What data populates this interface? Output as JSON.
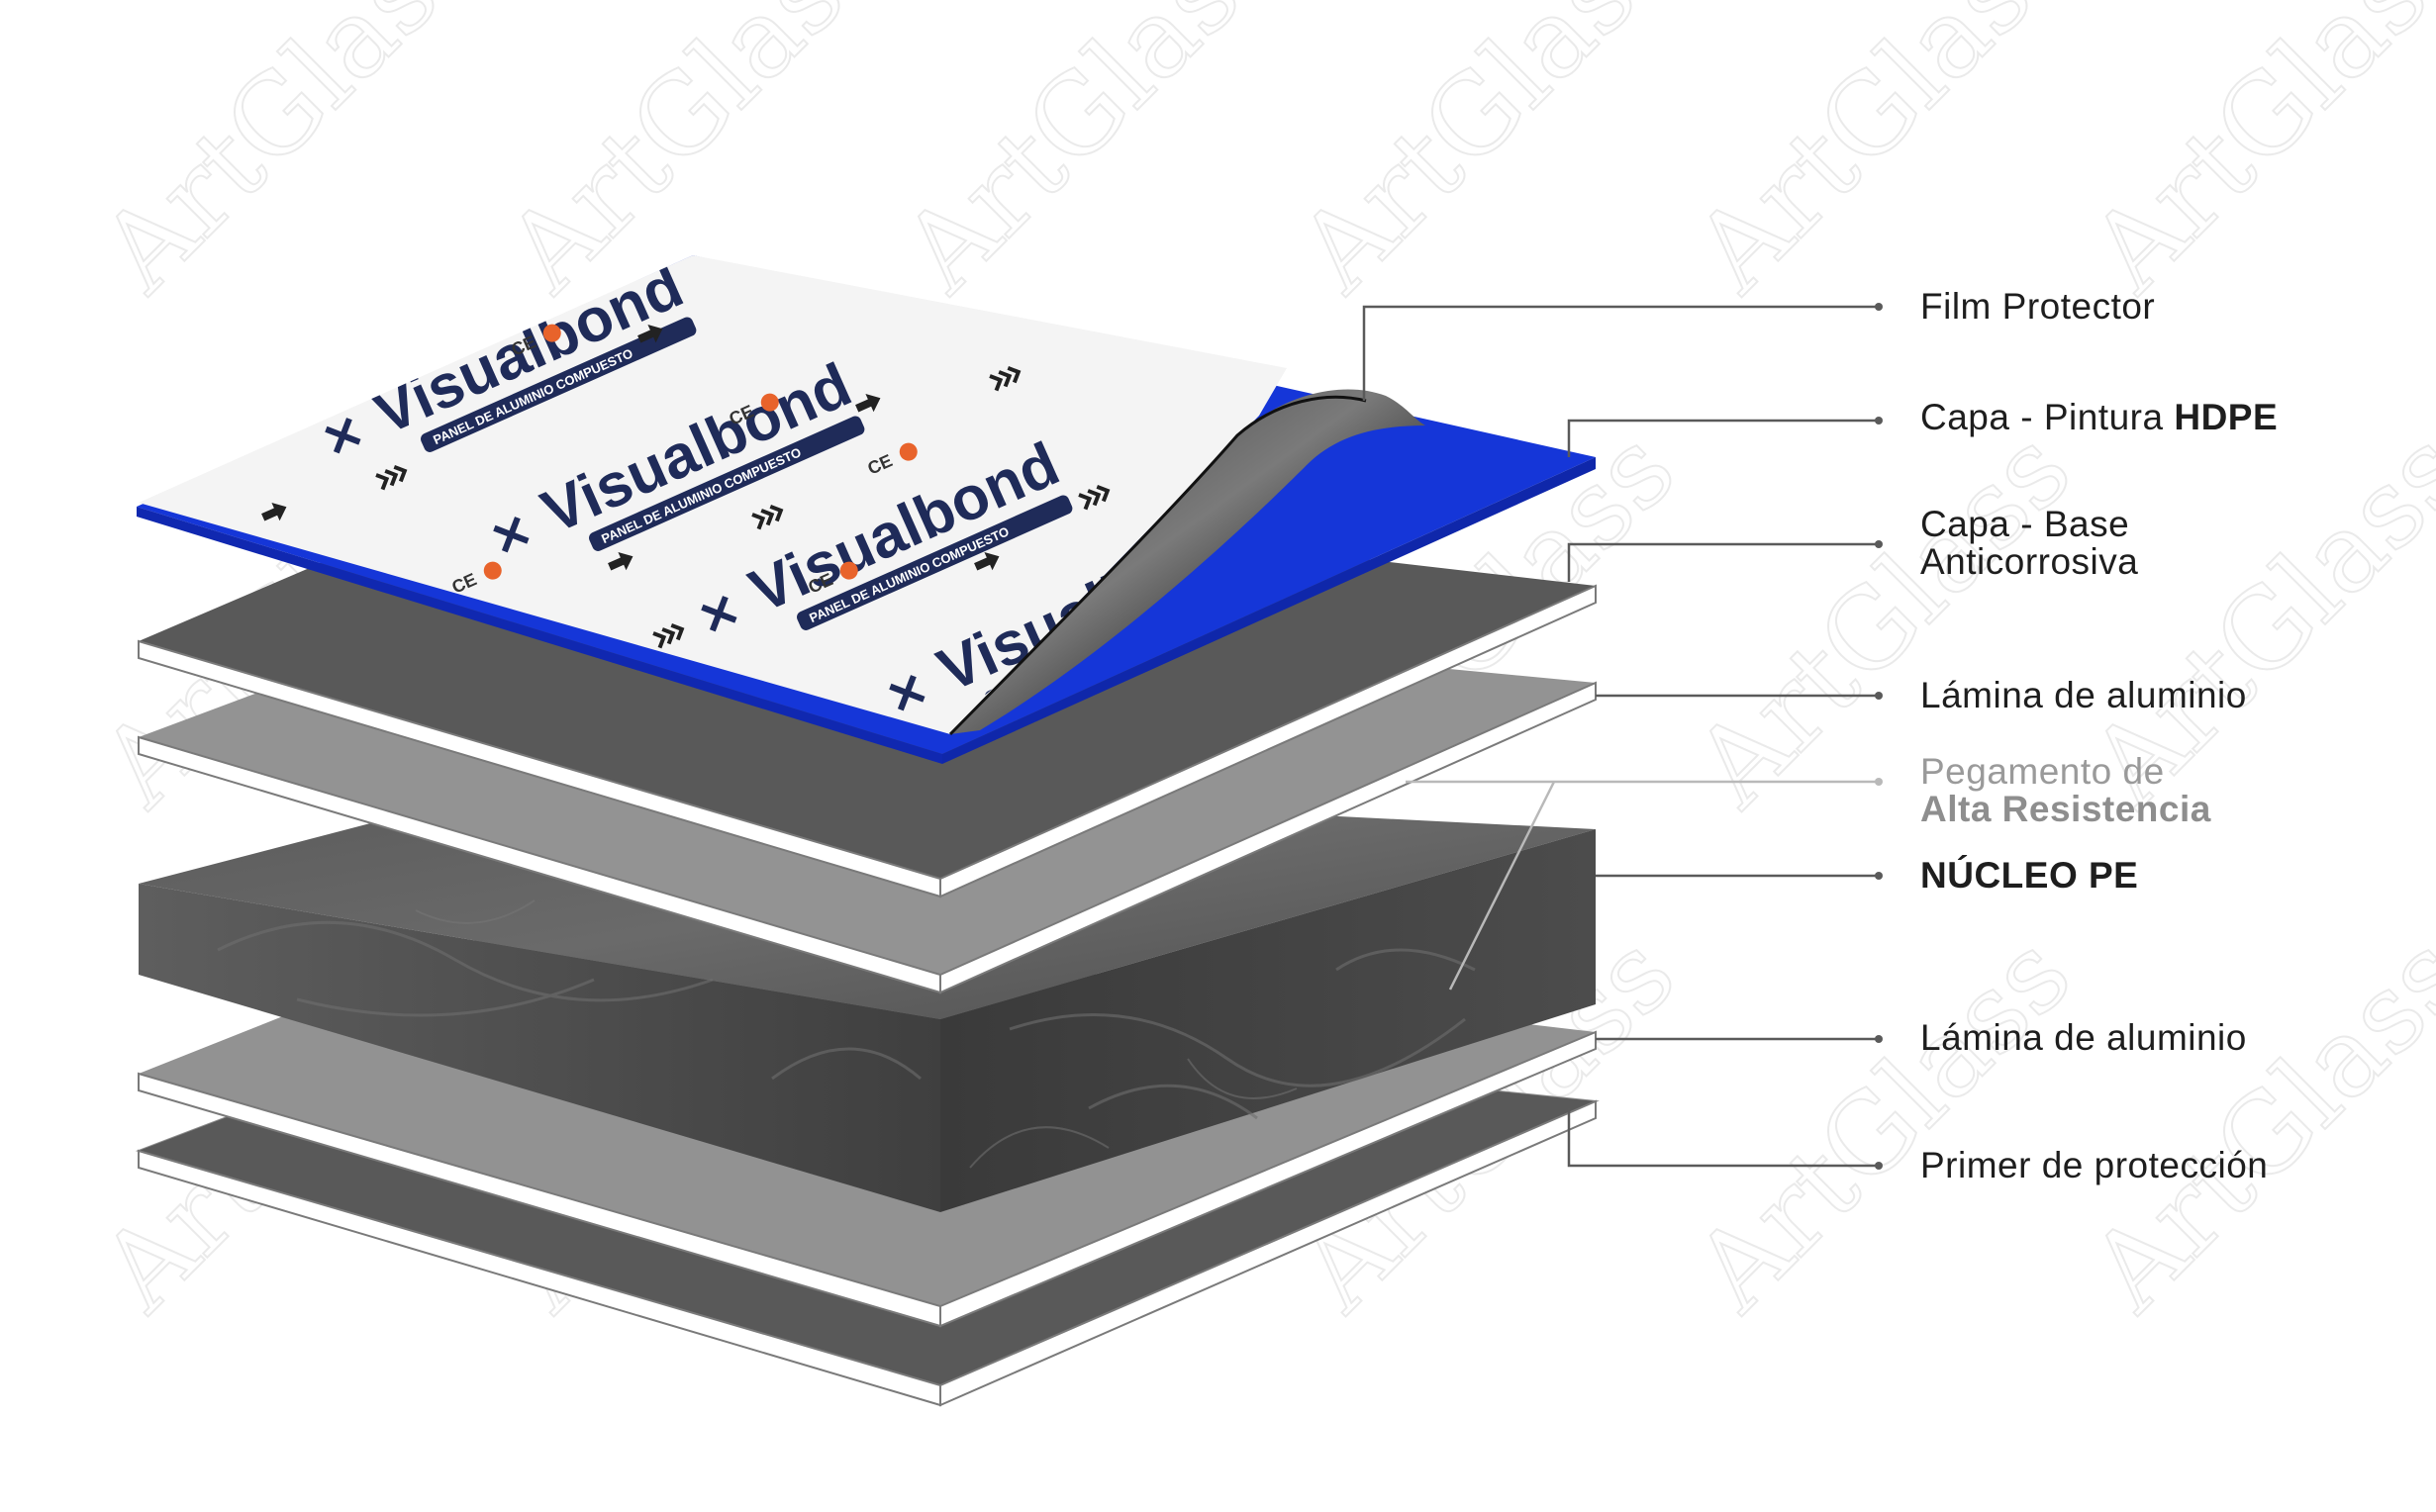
{
  "watermark": {
    "text": "ArtGlass"
  },
  "film": {
    "brand": "Visualbond",
    "subtitle": "PANEL DE ALUMINIO COMPUESTO",
    "ce_mark": "CE"
  },
  "labels": [
    {
      "id": "film-protector",
      "text": "Film Protector"
    },
    {
      "id": "capa-pintura",
      "text": "Capa - Pintura ",
      "bold": "HDPE"
    },
    {
      "id": "capa-base",
      "text": "Capa - Base",
      "sub": "Anticorrosiva"
    },
    {
      "id": "lamina-1",
      "text": "Lámina de aluminio"
    },
    {
      "id": "pegamento",
      "text": "Pegamento de",
      "bold": "Alta Resistencia"
    },
    {
      "id": "nucleo",
      "bold": "NÚCLEO PE"
    },
    {
      "id": "lamina-2",
      "text": "Lámina de aluminio"
    },
    {
      "id": "primer",
      "text": "Primer de protección"
    }
  ],
  "colors": {
    "blue_layer": "#1536d8",
    "dark_layer": "#575757",
    "mid_layer": "#8f8f8f",
    "core": "#4a4a4a",
    "leader": "#5a5a5a"
  }
}
